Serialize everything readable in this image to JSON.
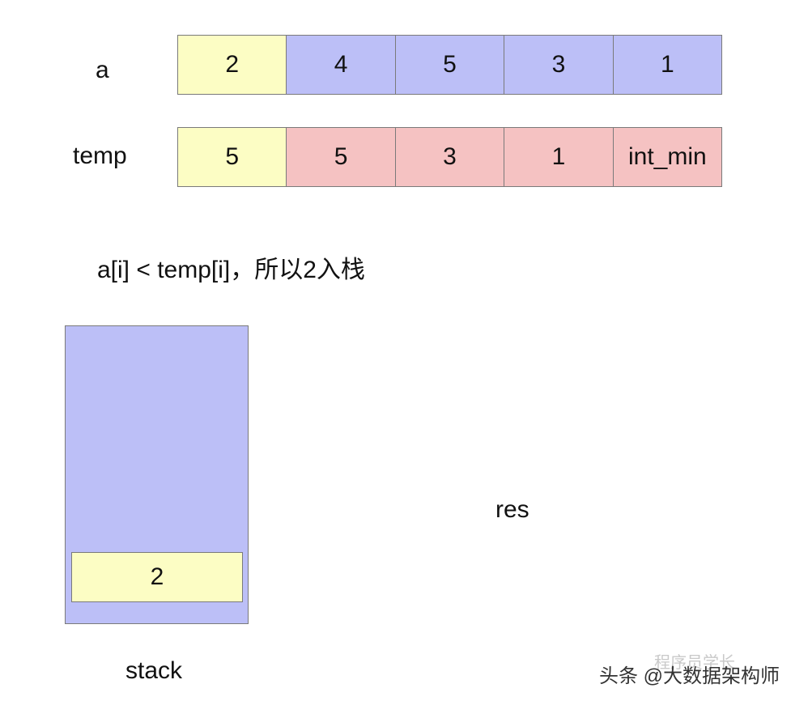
{
  "rows": {
    "a": {
      "label": "a",
      "cells": [
        "2",
        "4",
        "5",
        "3",
        "1"
      ]
    },
    "temp": {
      "label": "temp",
      "cells": [
        "5",
        "5",
        "3",
        "1",
        "int_min"
      ]
    }
  },
  "caption": "a[i] < temp[i]，所以2入栈",
  "stack": {
    "label": "stack",
    "items": [
      "2"
    ]
  },
  "res": {
    "label": "res"
  },
  "watermark": {
    "faint": "程序员学长",
    "main": "头条 @大数据架构师"
  },
  "colors": {
    "highlight": "#fcfdc4",
    "blue": "#bcbff7",
    "pink": "#f5c2c2",
    "border": "#7a7a7a"
  }
}
